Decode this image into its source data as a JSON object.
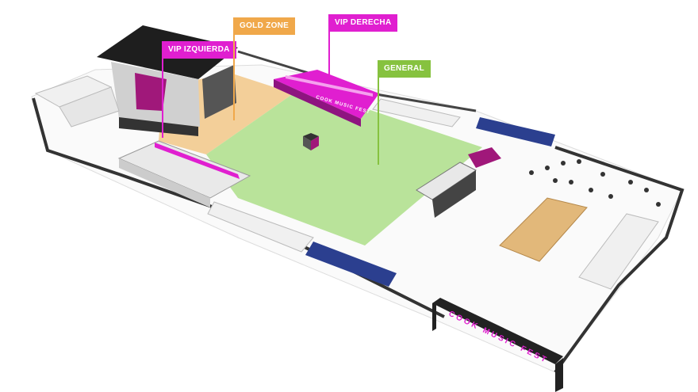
{
  "zones": {
    "vip_izquierda": {
      "label": "VIP IZQUIERDA",
      "color": "#e01fd0"
    },
    "gold_zone": {
      "label": "GOLD ZONE",
      "color": "#f0a84a"
    },
    "vip_derecha": {
      "label": "VIP DERECHA",
      "color": "#e01fd0"
    },
    "general": {
      "label": "GENERAL",
      "color": "#86c23f"
    }
  },
  "signage": {
    "entrance_arch": "COOK MUSIC FEST",
    "vip_stage_banner": "COOK MUSIC FEST"
  },
  "colors": {
    "general_ground": "#b9e39a",
    "gold_ground": "#f3cf99",
    "brand_magenta": "#e01fd0",
    "structure_dark": "#2a2a2a",
    "tent_white": "#f2f2f2"
  }
}
